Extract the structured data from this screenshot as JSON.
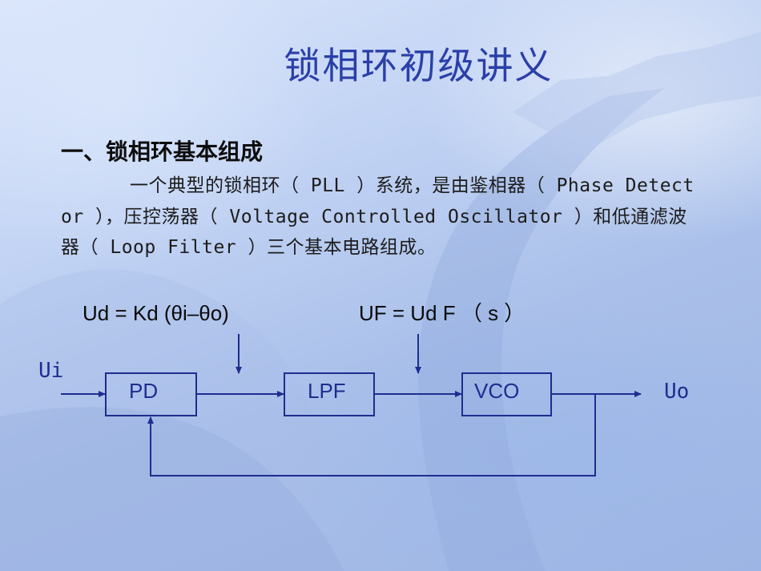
{
  "title": "锁相环初级讲义",
  "section_heading": "一、锁相环基本组成",
  "paragraph": "一个典型的锁相环（ PLL ）系统，是由鉴相器（ Phase Detector ），压控荡器（ Voltage Controlled Oscillator ）和低通滤波器（ Loop Filter ）三个基本电路组成。",
  "diagram": {
    "formula_pd": "Ud = Kd (θi–θo)",
    "formula_lpf": "UF = Ud F （ s ）",
    "input_label": "Ui",
    "output_label": "Uo",
    "blocks": {
      "pd": "PD",
      "lpf": "LPF",
      "vco": "VCO"
    },
    "line_color": "#1e2d8f"
  }
}
